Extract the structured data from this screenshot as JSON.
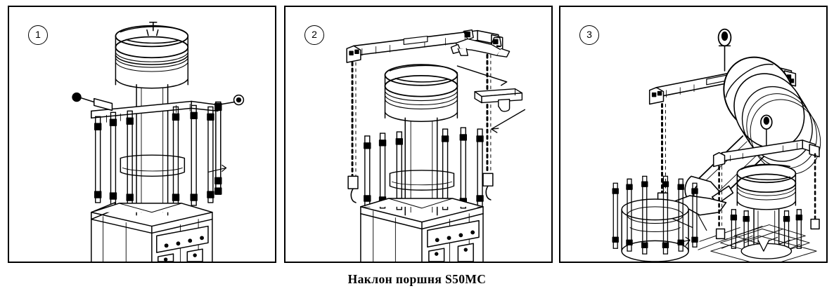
{
  "figure": {
    "caption": "Наклон поршня S50MC",
    "panel_count": 3,
    "line_color": "#000000",
    "background_color": "#ffffff"
  },
  "panels": [
    {
      "badge": "1",
      "name": "panel-piston-in-cylinder-upright",
      "description": "Piston and piston rod standing upright inside the cylinder frame with stay bolts; a separate thin alignment rod tool stands to the right."
    },
    {
      "badge": "2",
      "name": "panel-lifting-beam-and-tools",
      "description": "Lifting beam mounted above the upright piston with suspension chains; two detached lifting tools are indicated by leader arrows at the right."
    },
    {
      "badge": "3",
      "name": "panel-piston-tilted-and-landed",
      "description": "Piston tilted on the lifting beam while withdrawn from the open cylinder at the left, and a second piston assembly landed on the floor grating at the right."
    }
  ]
}
